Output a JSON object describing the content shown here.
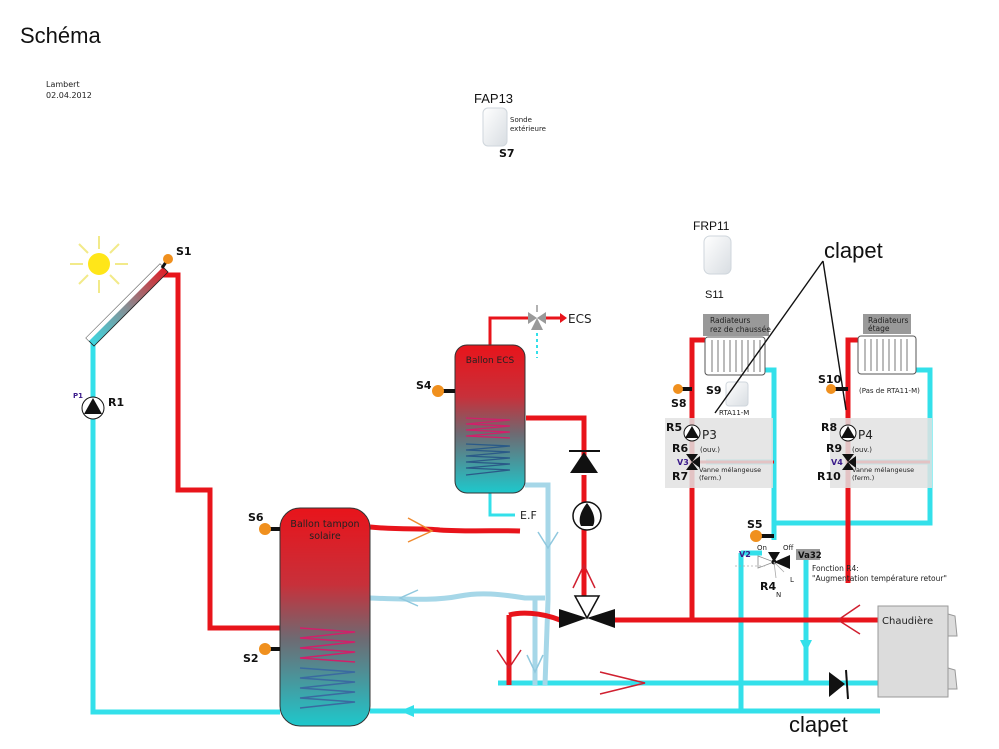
{
  "header": {
    "title": "Schéma",
    "author": "Lambert",
    "date": "02.04.2012"
  },
  "colors": {
    "hot_pipe": "#e8141b",
    "cold_pipe": "#33e0ea",
    "cold_water": "#a6d7e8",
    "sensor": "#f0901e",
    "panel_grey": "#e2e2e2",
    "label_grey": "#999999",
    "sun": "#ffe619",
    "valve_purple": "#3a1a8a"
  },
  "outdoor_sensor": {
    "model": "FAP13",
    "caption_line1": "Sonde",
    "caption_line2": "extérieure",
    "sensor_id": "S7"
  },
  "room_unit": {
    "model": "FRP11",
    "sensor_id": "S11"
  },
  "solar": {
    "sensor_id": "S1",
    "pump_label": "P1",
    "relay_label": "R1"
  },
  "buffer_tank": {
    "label_line1": "Ballon tampon",
    "label_line2": "solaire",
    "sensor_top": "S6",
    "sensor_bottom": "S2"
  },
  "dhw_tank": {
    "label": "Ballon ECS",
    "sensor": "S4",
    "outlet_label": "ECS",
    "inlet_label": "E.F"
  },
  "circuit_ground": {
    "radiator_label_line1": "Radiateurs",
    "radiator_label_line2": "rez de chaussée",
    "sensor_flow": "S8",
    "sensor_room": "S9",
    "room_unit": "RTA11-M",
    "pump_relay": "R5",
    "pump": "P3",
    "relay_open": "R6",
    "open_label": "(ouv.)",
    "valve": "V3",
    "relay_close": "R7",
    "valve_label": "Vanne mélangeuse",
    "close_label": "(ferm.)"
  },
  "circuit_upper": {
    "radiator_label_line1": "Radiateurs",
    "radiator_label_line2": "étage",
    "sensor_flow": "S10",
    "note": "(Pas de RTA11-M)",
    "pump_relay": "R8",
    "pump": "P4",
    "relay_open": "R9",
    "open_label": "(ouv.)",
    "valve": "V4",
    "relay_close": "R10",
    "valve_label": "Vanne mélangeuse",
    "close_label": "(ferm.)"
  },
  "return_boost": {
    "sensor": "S5",
    "valve": "V2",
    "on_label": "On",
    "off_label": "Off",
    "badge": "Va32",
    "relay": "R4",
    "l_label": "L",
    "n_label": "N",
    "function_line1": "Fonction R4:",
    "function_line2": "\"Augmentation température retour\""
  },
  "boiler": {
    "label": "Chaudière"
  },
  "annotations": {
    "check_valve_top": "clapet",
    "check_valve_bottom": "clapet"
  }
}
